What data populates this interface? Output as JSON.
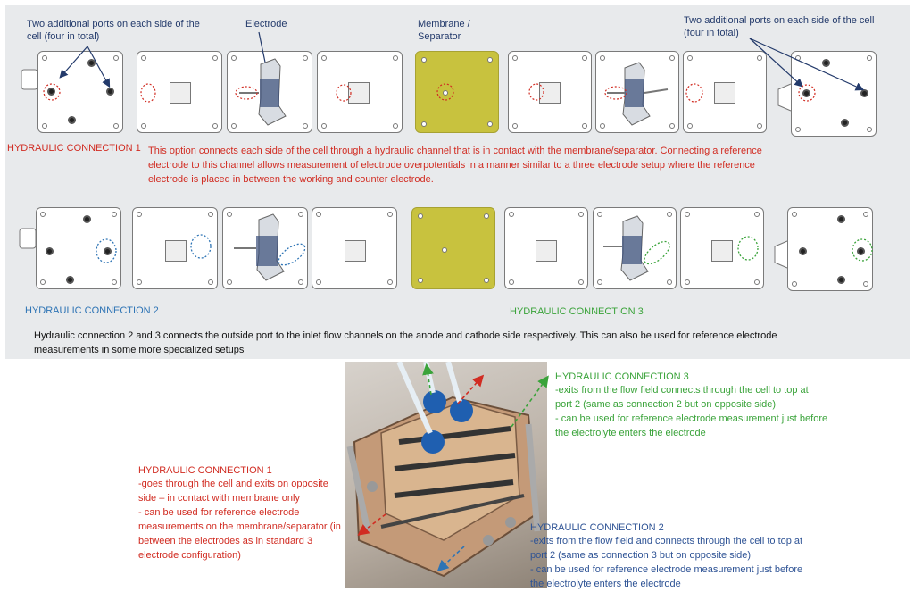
{
  "top_section": {
    "label_ports_left": "Two additional ports on each side of the\ncell (four in total)",
    "label_electrode": "Electrode",
    "label_membrane": "Membrane /\nSeparator",
    "label_ports_right": "Two additional ports on each side of the cell\n(four in total)",
    "hc1_label": "HYDRAULIC CONNECTION 1",
    "hc1_description": "This option connects each side of the cell through a hydraulic channel that is in contact with the membrane/separator. Connecting a reference\nelectrode to this channel allows measurement of electrode overpotentials in a manner similar to a three electrode setup where the reference\nelectrode is placed in between the working and counter electrode.",
    "hc2_label": "HYDRAULIC CONNECTION 2",
    "hc3_label": "HYDRAULIC CONNECTION 3",
    "hc23_description": "Hydraulic connection 2 and 3 connects the outside port to the inlet flow channels on the anode and cathode side respectively. This can also be used for reference electrode\nmeasurements in some more specialized setups"
  },
  "photo_section": {
    "hc3_title": "HYDRAULIC CONNECTION 3",
    "hc3_text": "-exits from the flow field connects through the cell to top at\nport 2 (same as connection 2 but on opposite side)\n- can be used for reference electrode measurement just before\nthe electrolyte enters the electrode",
    "hc1_title": "HYDRAULIC CONNECTION 1",
    "hc1_text": "-goes through the cell and exits on opposite\nside – in contact with membrane only\n- can be used for reference electrode\nmeasurements on the membrane/separator (in\nbetween the electrodes as in standard 3\nelectrode configuration)",
    "hc2_title": "HYDRAULIC CONNECTION 2",
    "hc2_text": "-exits from the flow field and connects through the cell to top at\nport 2 (same as connection 3 but on opposite side)\n- can be used for reference electrode measurement just before\nthe electrolyte enters the electrode"
  },
  "colors": {
    "connection_1": "#d12c22",
    "connection_2": "#2e74b5",
    "connection_3": "#3aa33a",
    "membrane": "#c8c23e"
  }
}
